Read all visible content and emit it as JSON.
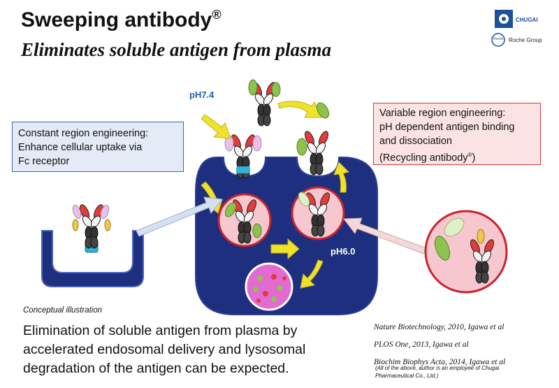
{
  "header": {
    "title": "Sweeping antibody",
    "title_mark": "®",
    "subtitle": "Eliminates soluble antigen from plasma"
  },
  "logo": {
    "brand": "CHUGAI",
    "roche_mark": "Roche",
    "group": "Roche Group"
  },
  "constant_box": {
    "line1": "Constant region engineering:",
    "line2": "Enhance cellular uptake via",
    "line3": "Fc receptor"
  },
  "variable_box": {
    "line1": "Variable region engineering:",
    "line2": "pH dependent antigen binding",
    "line3": "and dissociation",
    "line4": "(Recycling antibody",
    "line4_mark": "®",
    "line4_end": ")"
  },
  "labels": {
    "ph_plasma": "pH7.4",
    "ph_endosome": "pH6.0",
    "conceptual": "Conceptual illustration"
  },
  "conclusion": {
    "line1": "Elimination of soluble antigen from plasma by",
    "line2": "accelerated endosomal delivery and lysosomal",
    "line3": "degradation of the antigen can be expected."
  },
  "references": {
    "ref1": "Nature Biotechnology, 2010, Igawa et al",
    "ref2": "PLOS One, 2013, Igawa et al",
    "ref3": "Biochim Biophys Acta, 2014, Igawa et al",
    "note1": "(All of the above, author is an employee of Chugai",
    "note2": "Pharmaceutical Co., Ltd.)"
  },
  "colors": {
    "cell_blue": "#1d2f7e",
    "endosome_pink": "#f7c7cf",
    "endosome_border": "#c9232e",
    "lysosome_magenta": "#e26ad1",
    "arrow_yellow": "#f0e12a",
    "antigen_green": "#8cc24d",
    "box_blue_border": "#3a63b5",
    "box_red_border": "#d83a3a"
  }
}
